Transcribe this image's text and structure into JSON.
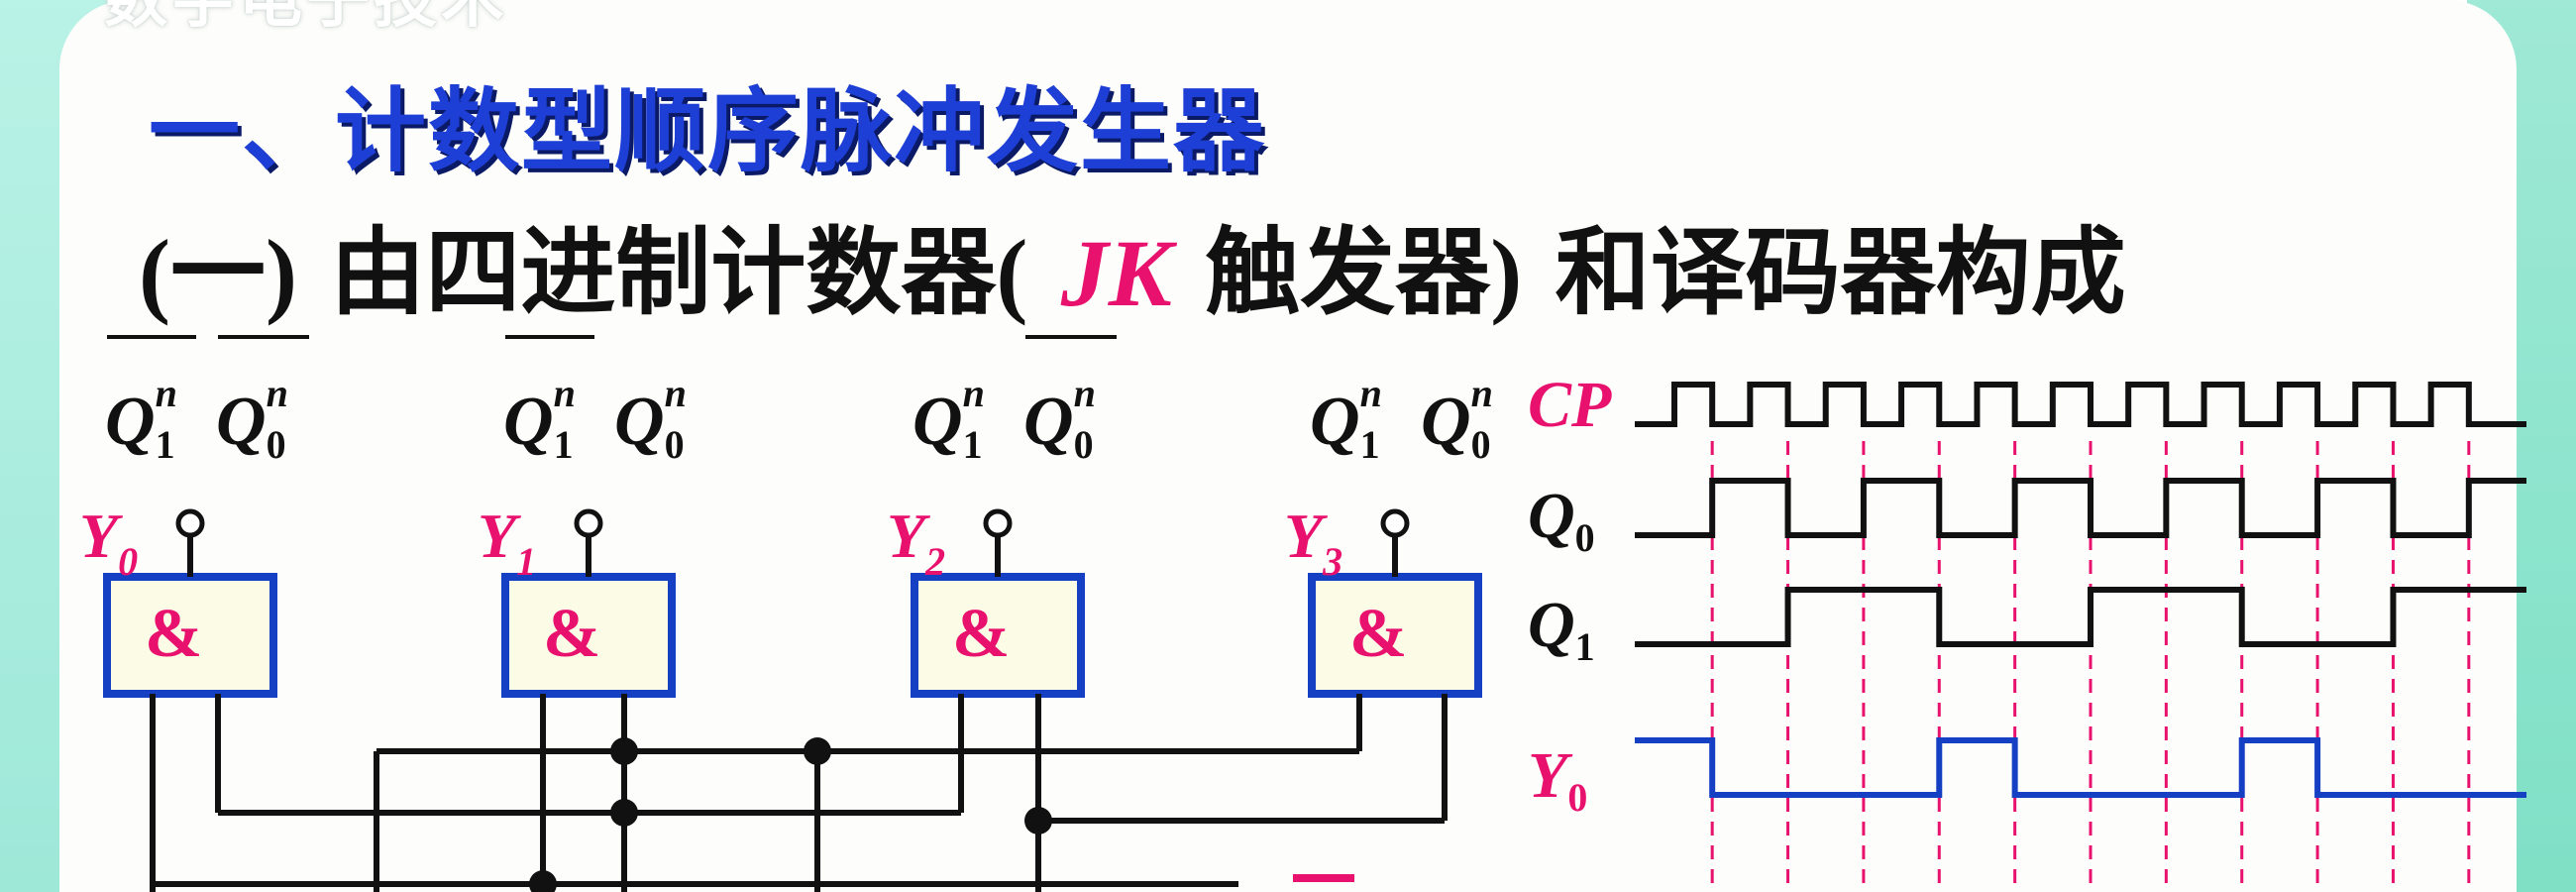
{
  "background_header": "数字电子技术",
  "title": "一、计数型顺序脉冲发生器",
  "subtitle": {
    "prefix": "(一)",
    "text_before": "由四进制计数器",
    "jk_open": "(",
    "jk": "JK",
    "text_middle": "触发器",
    "jk_close": ")",
    "text_after": "和译码器构成"
  },
  "gates": [
    {
      "output": "Y",
      "index": "0",
      "symbol": "&",
      "inputs_label": [
        "Q",
        "1",
        "n",
        "Q",
        "0",
        "n"
      ],
      "bar1": true,
      "bar0": true
    },
    {
      "output": "Y",
      "index": "1",
      "symbol": "&",
      "inputs_label": [
        "Q",
        "1",
        "n",
        "Q",
        "0",
        "n"
      ],
      "bar1": true,
      "bar0": false
    },
    {
      "output": "Y",
      "index": "2",
      "symbol": "&",
      "inputs_label": [
        "Q",
        "1",
        "n",
        "Q",
        "0",
        "n"
      ],
      "bar1": false,
      "bar0": true
    },
    {
      "output": "Y",
      "index": "3",
      "symbol": "&",
      "inputs_label": [
        "Q",
        "1",
        "n",
        "Q",
        "0",
        "n"
      ],
      "bar1": false,
      "bar0": false
    }
  ],
  "timing": {
    "signals": [
      {
        "name": "CP",
        "sub": "",
        "color": "#e8116d"
      },
      {
        "name": "Q",
        "sub": "0",
        "color": "#111111"
      },
      {
        "name": "Q",
        "sub": "1",
        "color": "#111111"
      },
      {
        "name": "Y",
        "sub": "0",
        "color": "#e8116d"
      }
    ],
    "cp_pulses": 11,
    "colors": {
      "wave": "#111111",
      "y": "#1540c4",
      "dashed": "#e8116d",
      "gate_border": "#1540c4",
      "gate_fill": "#fbfbe6",
      "amp": "#e8116d"
    }
  }
}
